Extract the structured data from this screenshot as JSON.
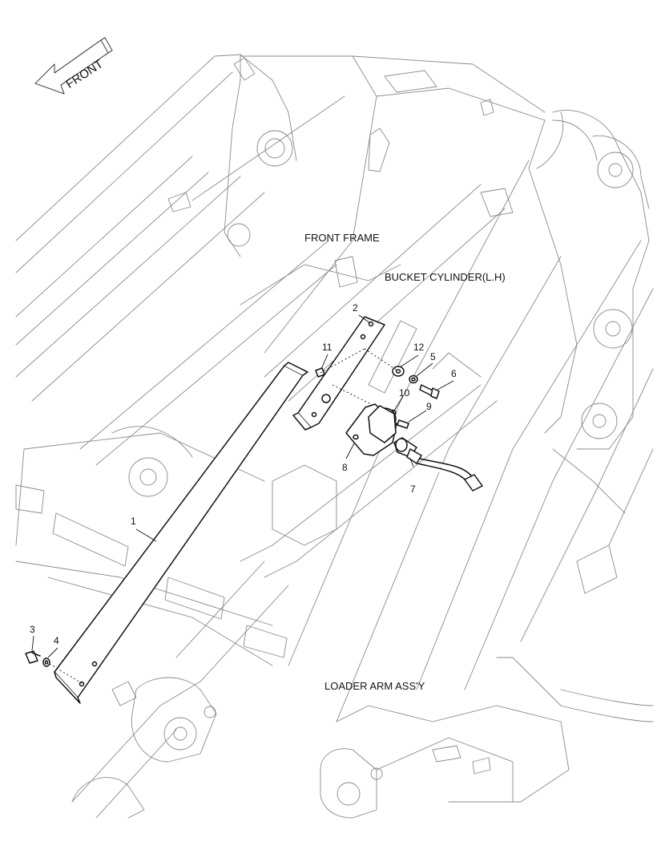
{
  "front_indicator": {
    "text": "FRONT"
  },
  "labels": {
    "front_frame": "FRONT FRAME",
    "bucket_cylinder": "BUCKET CYLINDER(L.H)",
    "loader_arm": "LOADER ARM ASS'Y"
  },
  "callouts": [
    "1",
    "2",
    "3",
    "4",
    "5",
    "6",
    "7",
    "8",
    "9",
    "10",
    "11",
    "12"
  ],
  "colors": {
    "line": "#4a4a4a",
    "light_line": "#8a8a8a",
    "heavy_line": "#111111",
    "background": "#ffffff"
  }
}
